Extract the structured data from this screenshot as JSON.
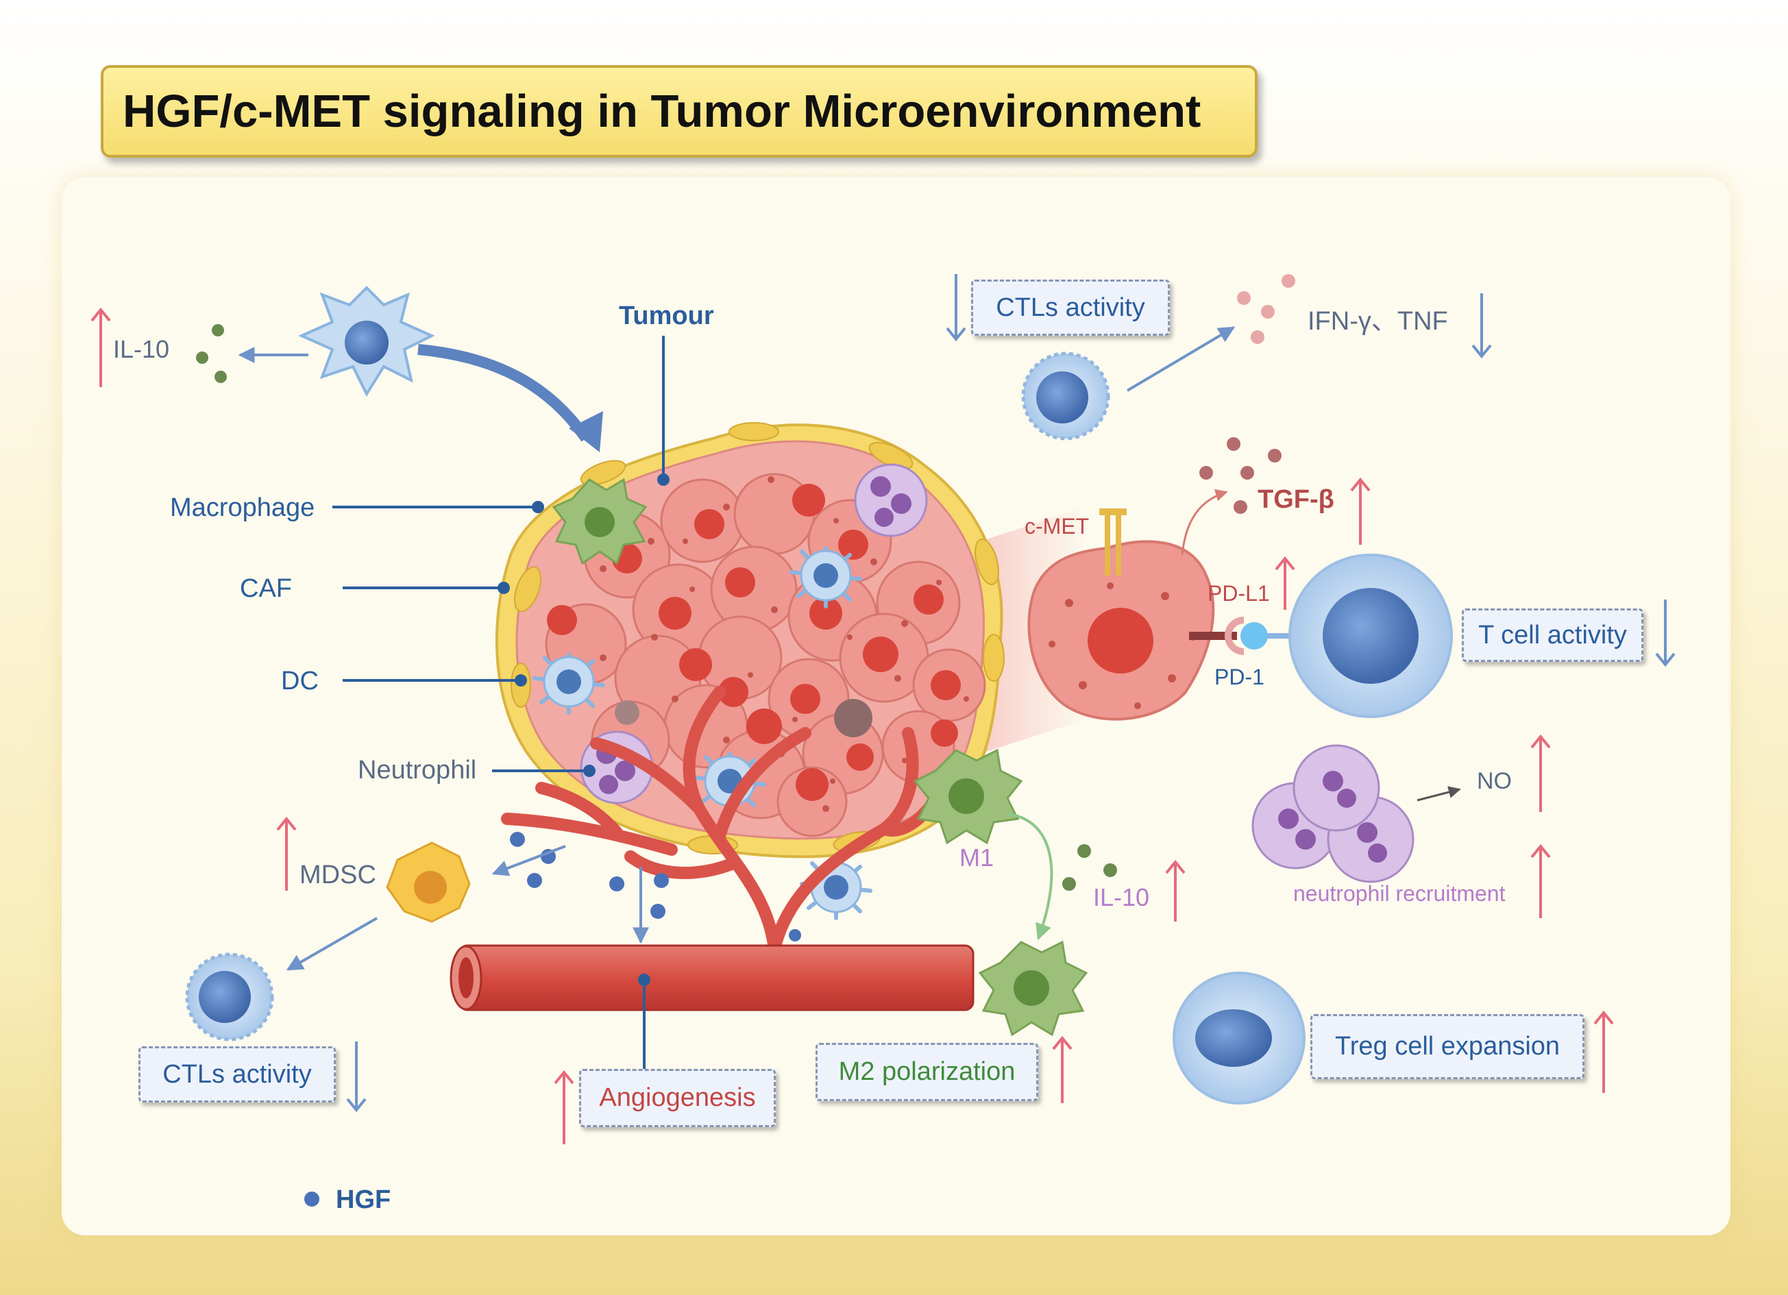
{
  "title": "HGF/c-MET signaling in Tumor Microenvironment",
  "labels": {
    "tumour": "Tumour",
    "macrophage": "Macrophage",
    "caf": "CAF",
    "dc": "DC",
    "neutrophil": "Neutrophil",
    "mdsc": "MDSC",
    "il10_left": "IL-10",
    "il10_right": "IL-10",
    "m1": "M1",
    "ifn_tnf": "IFN-γ、TNF",
    "tgf_beta": "TGF-β",
    "c_met": "c-MET",
    "pd_l1": "PD-L1",
    "pd_1": "PD-1",
    "no": "NO",
    "neutrophil_recruitment": "neutrophil recruitment",
    "hgf_legend": "HGF"
  },
  "boxes": {
    "ctls_activity_top": "CTLs activity",
    "ctls_activity_bottom": "CTLs activity",
    "t_cell_activity": "T cell activity",
    "treg_cell_expansion": "Treg cell expansion",
    "angiogenesis": "Angiogenesis",
    "m2_polarization": "M2 polarization"
  },
  "colors": {
    "tumor_cell": "#ef9b96",
    "tumor_nucleus": "#d9453b",
    "caf_layer": "#f6d96a",
    "vessel": "#d9534a",
    "macrophage_green": "#9cc07a",
    "dc_blue": "#a7c9ec",
    "neutrophil_purple": "#c9a9dc",
    "mdsc_yellow": "#f6c74a",
    "t_cell": "#bcd6f0",
    "hgf_dot": "#4a72b8",
    "arrow_up": "#e56a7a",
    "arrow_down": "#6f93c9"
  }
}
